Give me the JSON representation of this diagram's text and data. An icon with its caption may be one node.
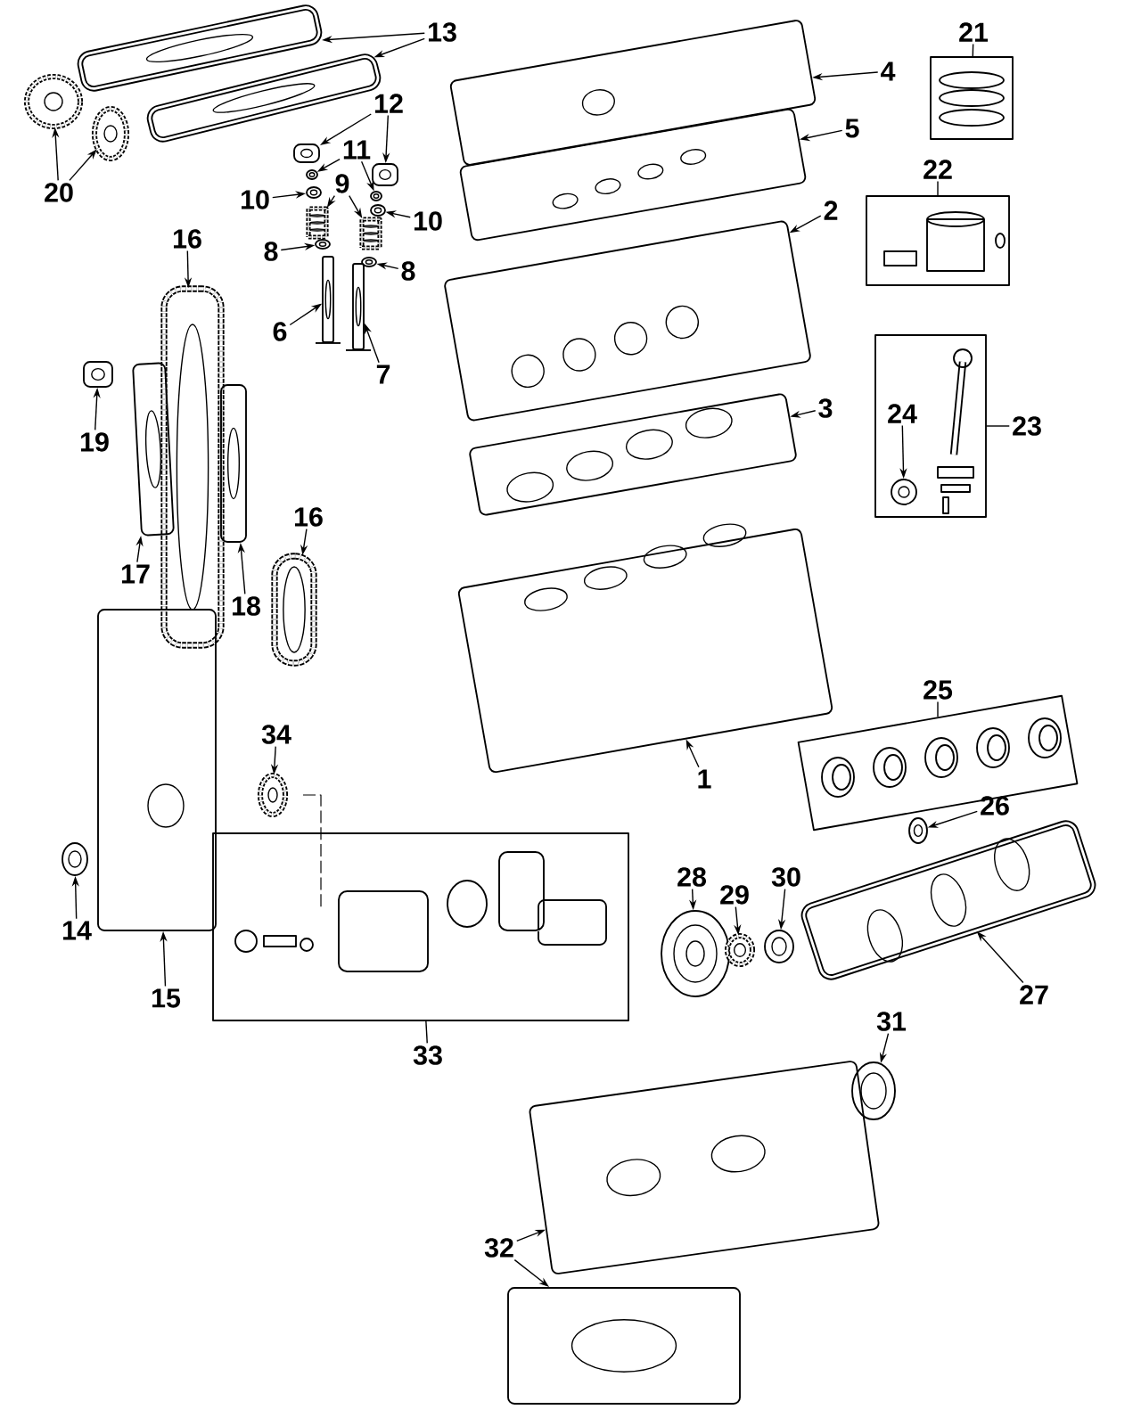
{
  "diagram": {
    "nodes": [
      {
        "text": [
          "13"
        ]
      },
      {
        "text": [],
        "shape": "picture"
      },
      {
        "text": [],
        "shape": "picture"
      },
      {
        "text": [
          "20"
        ]
      },
      {
        "text": [],
        "shape": "picture"
      },
      {
        "text": [],
        "shape": "picture"
      },
      {
        "text": [
          "12"
        ]
      },
      {
        "text": [],
        "shape": "picture"
      },
      {
        "text": [],
        "shape": "picture"
      },
      {
        "text": [
          "11"
        ]
      },
      {
        "text": [],
        "shape": "picture"
      },
      {
        "text": [],
        "shape": "picture"
      },
      {
        "text": [
          "10"
        ]
      },
      {
        "text": [],
        "shape": "picture"
      },
      {
        "text": [
          "9"
        ]
      },
      {
        "text": [],
        "shape": "picture"
      },
      {
        "text": [],
        "shape": "picture"
      },
      {
        "text": [
          "10"
        ]
      },
      {
        "text": [],
        "shape": "picture"
      },
      {
        "text": [
          "8"
        ]
      },
      {
        "text": [],
        "shape": "picture"
      },
      {
        "text": [
          "8"
        ]
      },
      {
        "text": [],
        "shape": "picture"
      },
      {
        "text": [],
        "shape": "picture"
      },
      {
        "text": [],
        "shape": "picture"
      },
      {
        "text": [
          "6"
        ]
      },
      {
        "text": [
          "7"
        ]
      },
      {
        "text": [
          "16"
        ]
      },
      {
        "text": [],
        "shape": "picture"
      },
      {
        "text": [
          "19"
        ]
      },
      {
        "text": [],
        "shape": "picture"
      },
      {
        "text": [],
        "shape": "picture"
      },
      {
        "text": [
          "17"
        ]
      },
      {
        "text": [],
        "shape": "picture"
      },
      {
        "text": [
          "18"
        ]
      },
      {
        "text": [
          "16"
        ]
      },
      {
        "text": [],
        "shape": "picture"
      },
      {
        "text": [
          "4"
        ]
      },
      {
        "text": [],
        "shape": "picture"
      },
      {
        "text": [
          "5"
        ]
      },
      {
        "text": [],
        "shape": "picture"
      },
      {
        "text": [
          "2"
        ]
      },
      {
        "text": [],
        "shape": "picture"
      },
      {
        "text": [
          "3"
        ]
      },
      {
        "text": [],
        "shape": "picture"
      },
      {
        "text": [
          "21"
        ]
      },
      {
        "text": [],
        "shape": "box"
      },
      {
        "text": [
          "22"
        ]
      },
      {
        "text": [],
        "shape": "box"
      },
      {
        "text": [
          "23"
        ]
      },
      {
        "text": [],
        "shape": "box"
      },
      {
        "text": [
          "24"
        ],
        "in": 50
      },
      {
        "text": [],
        "shape": "picture",
        "in": 50
      },
      {
        "text": [
          "1"
        ]
      },
      {
        "text": [],
        "shape": "picture"
      },
      {
        "text": [
          "25"
        ]
      },
      {
        "text": [],
        "shape": "box"
      },
      {
        "text": [
          "26"
        ]
      },
      {
        "text": [],
        "shape": "picture"
      },
      {
        "text": [
          "27"
        ]
      },
      {
        "text": [],
        "shape": "picture"
      },
      {
        "text": [
          "28"
        ]
      },
      {
        "text": [],
        "shape": "picture"
      },
      {
        "text": [
          "29"
        ]
      },
      {
        "text": [],
        "shape": "picture"
      },
      {
        "text": [
          "30"
        ]
      },
      {
        "text": [],
        "shape": "picture"
      },
      {
        "text": [
          "31"
        ]
      },
      {
        "text": [],
        "shape": "picture"
      },
      {
        "text": [
          "32"
        ]
      },
      {
        "text": [],
        "shape": "picture"
      },
      {
        "text": [],
        "shape": "picture"
      },
      {
        "text": [
          "34"
        ]
      },
      {
        "text": [],
        "shape": "picture"
      },
      {
        "text": [
          "33"
        ]
      },
      {
        "text": [],
        "shape": "box"
      },
      {
        "text": [
          "14"
        ]
      },
      {
        "text": [],
        "shape": "picture"
      },
      {
        "text": [
          "15"
        ]
      },
      {
        "text": [],
        "shape": "picture"
      }
    ],
    "edges": [
      {
        "from": 0,
        "to": 1,
        "arrow": "to"
      },
      {
        "from": 0,
        "to": 2,
        "arrow": "to"
      },
      {
        "from": 3,
        "to": 4,
        "arrow": "to"
      },
      {
        "from": 3,
        "to": 5,
        "arrow": "to"
      },
      {
        "from": 6,
        "to": 7,
        "arrow": "to"
      },
      {
        "from": 6,
        "to": 8,
        "arrow": "to"
      },
      {
        "from": 9,
        "to": 10,
        "arrow": "to"
      },
      {
        "from": 9,
        "to": 11,
        "arrow": "to"
      },
      {
        "from": 12,
        "to": 13,
        "arrow": "to"
      },
      {
        "from": 14,
        "to": 15,
        "arrow": "to"
      },
      {
        "from": 14,
        "to": 16,
        "arrow": "to"
      },
      {
        "from": 17,
        "to": 18,
        "arrow": "to"
      },
      {
        "from": 19,
        "to": 20,
        "arrow": "to"
      },
      {
        "from": 21,
        "to": 22,
        "arrow": "to"
      },
      {
        "from": 25,
        "to": 23,
        "arrow": "to"
      },
      {
        "from": 26,
        "to": 24,
        "arrow": "to"
      },
      {
        "from": 27,
        "to": 28,
        "arrow": "to"
      },
      {
        "from": 29,
        "to": 30,
        "arrow": "to"
      },
      {
        "from": 32,
        "to": 31,
        "arrow": "to"
      },
      {
        "from": 34,
        "to": 33,
        "arrow": "to"
      },
      {
        "from": 35,
        "to": 36,
        "arrow": "to"
      },
      {
        "from": 37,
        "to": 38,
        "arrow": "to"
      },
      {
        "from": 39,
        "to": 40,
        "arrow": "to"
      },
      {
        "from": 41,
        "to": 42,
        "arrow": "to"
      },
      {
        "from": 43,
        "to": 44,
        "arrow": "to"
      },
      {
        "from": 45,
        "to": 46,
        "arrow": "none"
      },
      {
        "from": 47,
        "to": 48,
        "arrow": "none"
      },
      {
        "from": 49,
        "to": 50,
        "arrow": "none"
      },
      {
        "from": 51,
        "to": 52,
        "arrow": "to"
      },
      {
        "from": 53,
        "to": 54,
        "arrow": "to"
      },
      {
        "from": 55,
        "to": 56,
        "arrow": "none"
      },
      {
        "from": 57,
        "to": 58,
        "arrow": "to"
      },
      {
        "from": 59,
        "to": 60,
        "arrow": "to"
      },
      {
        "from": 61,
        "to": 62,
        "arrow": "to"
      },
      {
        "from": 63,
        "to": 64,
        "arrow": "to"
      },
      {
        "from": 65,
        "to": 66,
        "arrow": "to"
      },
      {
        "from": 67,
        "to": 68,
        "arrow": "to"
      },
      {
        "from": 69,
        "to": 70,
        "arrow": "to"
      },
      {
        "from": 69,
        "to": 71,
        "arrow": "to"
      },
      {
        "from": 72,
        "to": 73,
        "arrow": "to"
      },
      {
        "from": 74,
        "to": 75,
        "arrow": "none"
      },
      {
        "from": 76,
        "to": 77,
        "arrow": "to"
      },
      {
        "from": 78,
        "to": 79,
        "arrow": "to"
      }
    ]
  }
}
